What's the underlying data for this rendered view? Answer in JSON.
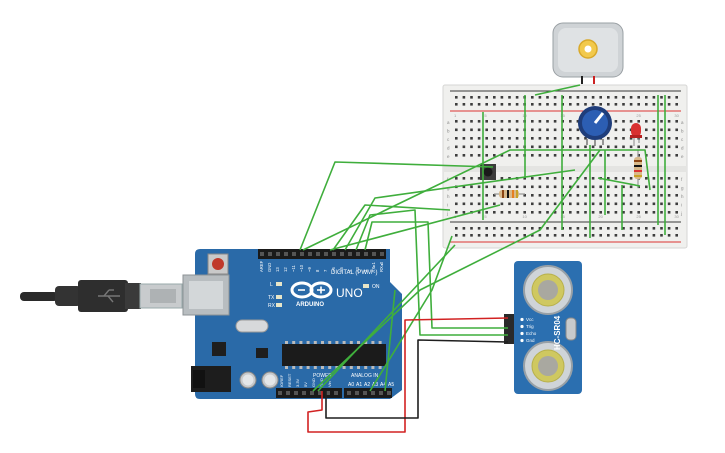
{
  "arduino": {
    "brand": "ARDUINO",
    "model": "UNO",
    "digital_label": "DIGITAL (PWM~)",
    "power_label": "POWER",
    "analog_label": "ANALOG IN",
    "led_l": "L",
    "led_tx": "TX",
    "led_rx": "RX",
    "led_on": "ON",
    "analog_pins": [
      "A0",
      "A1",
      "A2",
      "A3",
      "A4",
      "A5"
    ],
    "digital_pins": [
      "AREF",
      "GND",
      "13",
      "12",
      "~11",
      "~10",
      "~9",
      "8",
      "7",
      "~6",
      "~5",
      "4",
      "~3",
      "2",
      "TX▸1",
      "RX◂0"
    ],
    "power_pins": [
      "IOREF",
      "RESET",
      "3.3V",
      "5V",
      "GND",
      "GND",
      "Vin"
    ]
  },
  "sensor": {
    "model": "HC-SR04",
    "pins": [
      "Vcc",
      "Trig",
      "Echo",
      "Gnd"
    ]
  },
  "breadboard": {
    "col_numbers": [
      "1",
      "5",
      "10",
      "15",
      "20",
      "25",
      "30"
    ],
    "row_letters": [
      "a",
      "b",
      "c",
      "d",
      "e",
      "f",
      "g",
      "h",
      "i",
      "j"
    ]
  },
  "colors": {
    "board": "#2a6aa8",
    "wire_green": "#3fae3c",
    "wire_red": "#d22222",
    "wire_black": "#1e1e1e",
    "sensor": "#2b6fb0"
  }
}
